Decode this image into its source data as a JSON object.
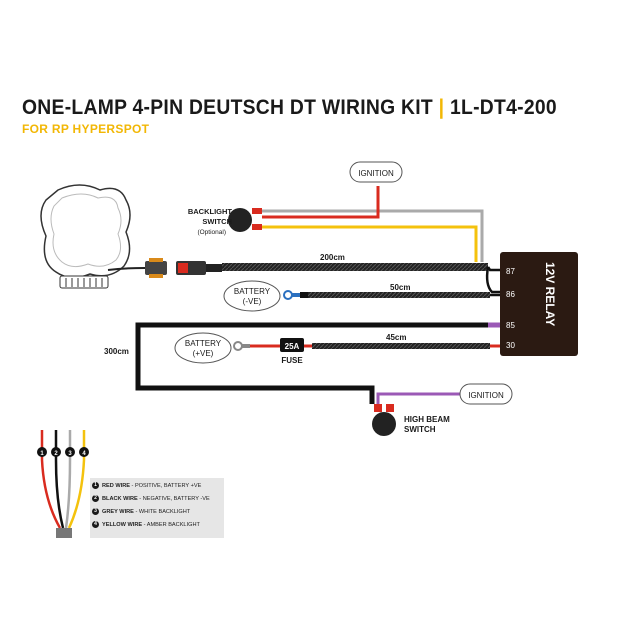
{
  "title": {
    "main": "ONE-LAMP 4-PIN DEUTSCH DT WIRING KIT",
    "separator": "|",
    "code": "1L-DT4-200",
    "subtitle": "FOR RP HYPERSPOT"
  },
  "labels": {
    "ignition_top": "IGNITION",
    "ignition_bottom": "IGNITION",
    "backlight_switch_1": "BACKLIGHT",
    "backlight_switch_2": "SWITCH",
    "backlight_switch_3": "(Optional)",
    "battery_neg_1": "BATTERY",
    "battery_neg_2": "(-VE)",
    "battery_pos_1": "BATTERY",
    "battery_pos_2": "(+VE)",
    "fuse_value": "25A",
    "fuse_label": "FUSE",
    "high_beam_1": "HIGH BEAM",
    "high_beam_2": "SWITCH",
    "relay": "12V RELAY"
  },
  "lengths": {
    "main_harness": "200cm",
    "battery_neg": "50cm",
    "battery_pos": "45cm",
    "long_loop": "300cm"
  },
  "relay_pins": [
    "87",
    "86",
    "85",
    "30"
  ],
  "connector_pins": [
    "1",
    "2",
    "3",
    "4"
  ],
  "legend": [
    {
      "num": "1",
      "name": "RED WIRE",
      "desc": " - POSITIVE, BATTERY +VE"
    },
    {
      "num": "2",
      "name": "BLACK WIRE",
      "desc": " - NEGATIVE, BATTERY -VE"
    },
    {
      "num": "3",
      "name": "GREY WIRE",
      "desc": " - WHITE BACKLIGHT"
    },
    {
      "num": "4",
      "name": "YELLOW WIRE",
      "desc": " - AMBER BACKLIGHT"
    }
  ],
  "colors": {
    "accent_yellow": "#f2b705",
    "red_wire": "#d92b1f",
    "grey_wire": "#aaaaaa",
    "yellow_wire": "#f4c20d",
    "purple_wire": "#9b59b6",
    "black_wire": "#111111",
    "relay_body": "#2b1a12"
  }
}
